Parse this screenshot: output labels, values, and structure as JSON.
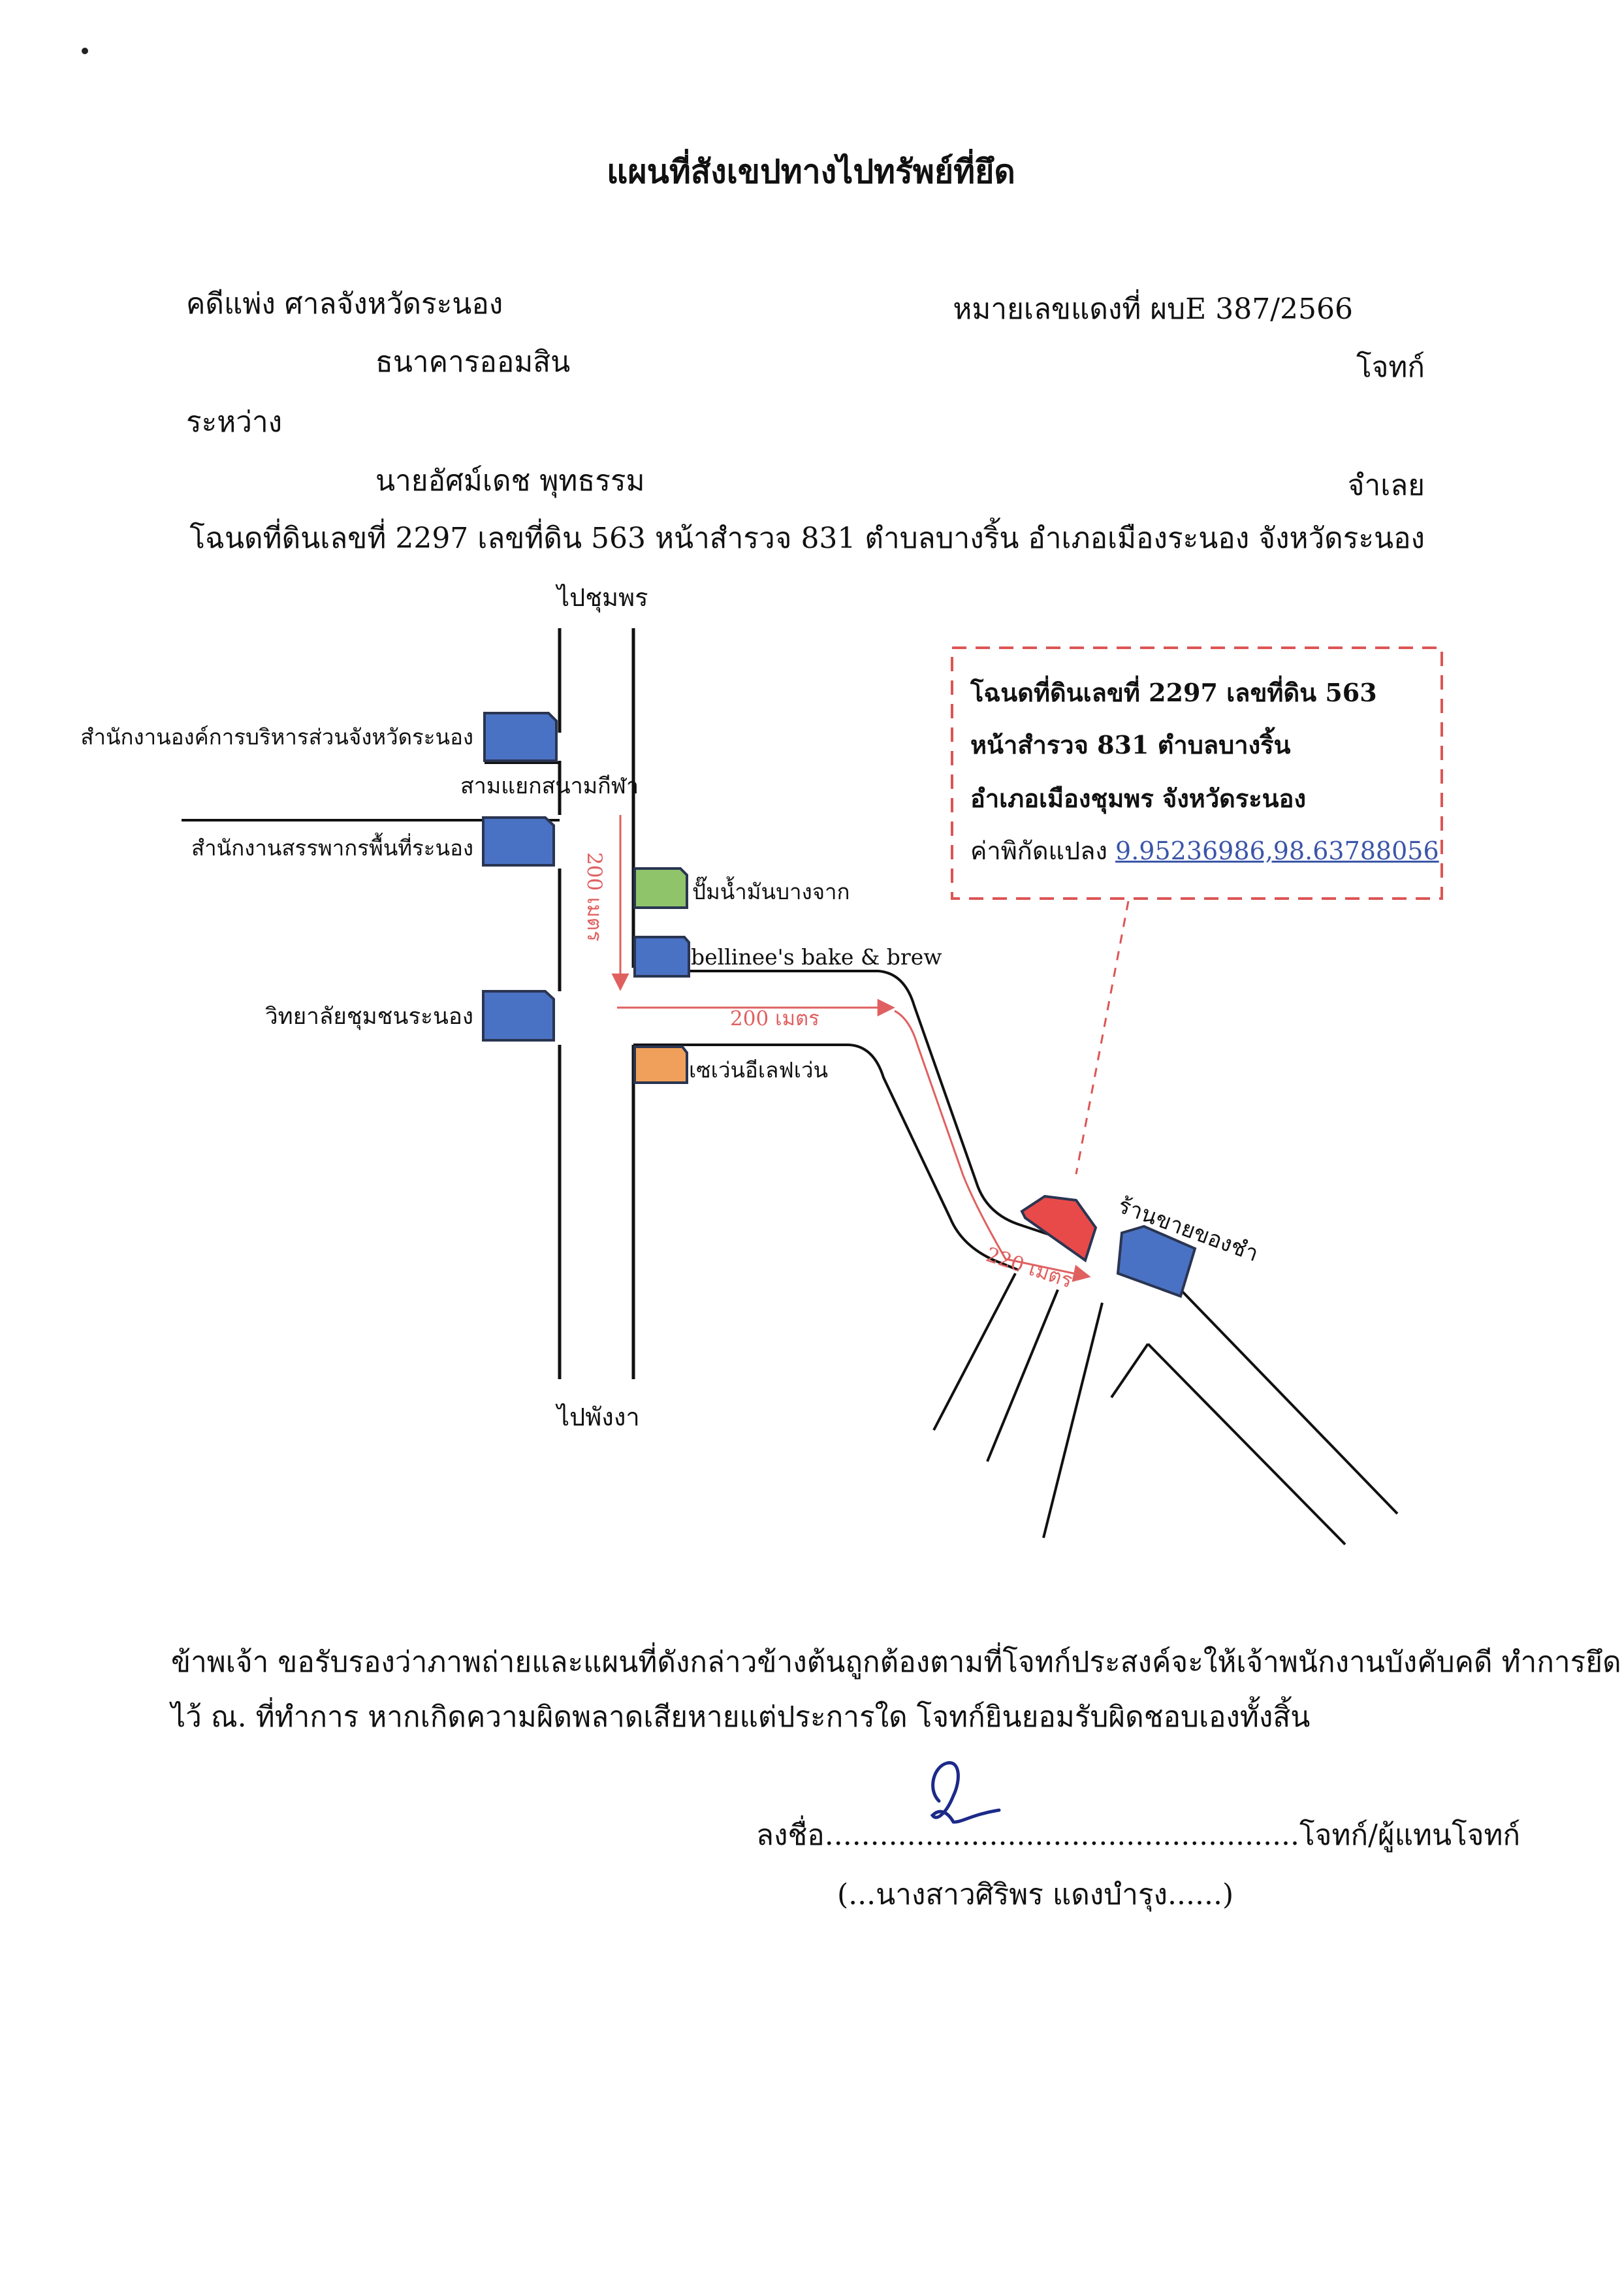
{
  "document": {
    "title": "แผนที่สังเขปทางไปทรัพย์ที่ยึด",
    "case_type": "คดีแพ่ง ศาลจังหวัดระนอง",
    "case_number": "หมายเลขแดงที่ ผบE 387/2566",
    "plaintiff": "ธนาคารออมสิน",
    "plaintiff_role": "โจทก์",
    "between": "ระหว่าง",
    "defendant": "นายอัศม์เดช พุทธรรม",
    "defendant_role": "จำเลย",
    "deed_line": "โฉนดที่ดินเลขที่  2297  เลขที่ดิน  563  หน้าสำรวจ  831   ตำบลบางริ้น  อำเภอเมืองระนอง  จังหวัดระนอง"
  },
  "map": {
    "north_label": "ไปชุมพร",
    "south_label": "ไปพังงา",
    "junction_label": "สามแยกสนามกีฬา",
    "landmarks": {
      "admin_office": "สำนักงานองค์การบริหารส่วนจังหวัดระนอง",
      "revenue_office": "สำนักงานสรรพากรพื้นที่ระนอง",
      "community_college": "วิทยาลัยชุมชนระนอง",
      "gas_station": "ปั๊มน้ำมันบางจาก",
      "bakery": "bellinee's bake & brew",
      "seven_eleven": "เซเว่นอีเลฟเว่น",
      "grocery": "ร้านขายของชำ"
    },
    "distances": {
      "d1": "200 เมตร",
      "d2": "200 เมตร",
      "d3": "220 เมตร"
    },
    "callout": {
      "line1": "โฉนดที่ดินเลขที่ 2297   เลขที่ดิน 563",
      "line2": "หน้าสำรวจ 831      ตำบลบางริ้น",
      "line3": "อำเภอเมืองชุมพร จังหวัดระนอง",
      "coord_label": "ค่าพิกัดแปลง",
      "coordinates": "9.95236986,98.63788056"
    },
    "colors": {
      "building_blue": "#4a72c4",
      "gas_green": "#8fc46a",
      "store_orange": "#f0a05a",
      "target_red": "#e84a4a",
      "route_red": "#e06060",
      "outline": "#2a3552"
    }
  },
  "certification": {
    "line1": "ข้าพเจ้า ขอรับรองว่าภาพถ่ายและแผนที่ดังกล่าวข้างต้นถูกต้องตามที่โจทก์ประสงค์จะให้เจ้าพนักงานบังคับคดี ทำการยึด",
    "line2": "ไว้ ณ. ที่ทำการ  หากเกิดความผิดพลาดเสียหายแต่ประการใด  โจทก์ยินยอมรับผิดชอบเองทั้งสิ้น",
    "signature_line": "ลงชื่อ....................................................โจทก์/ผู้แทนโจทก์",
    "signer": "(...นางสาวศิริพร  แดงบำรุง......)"
  }
}
